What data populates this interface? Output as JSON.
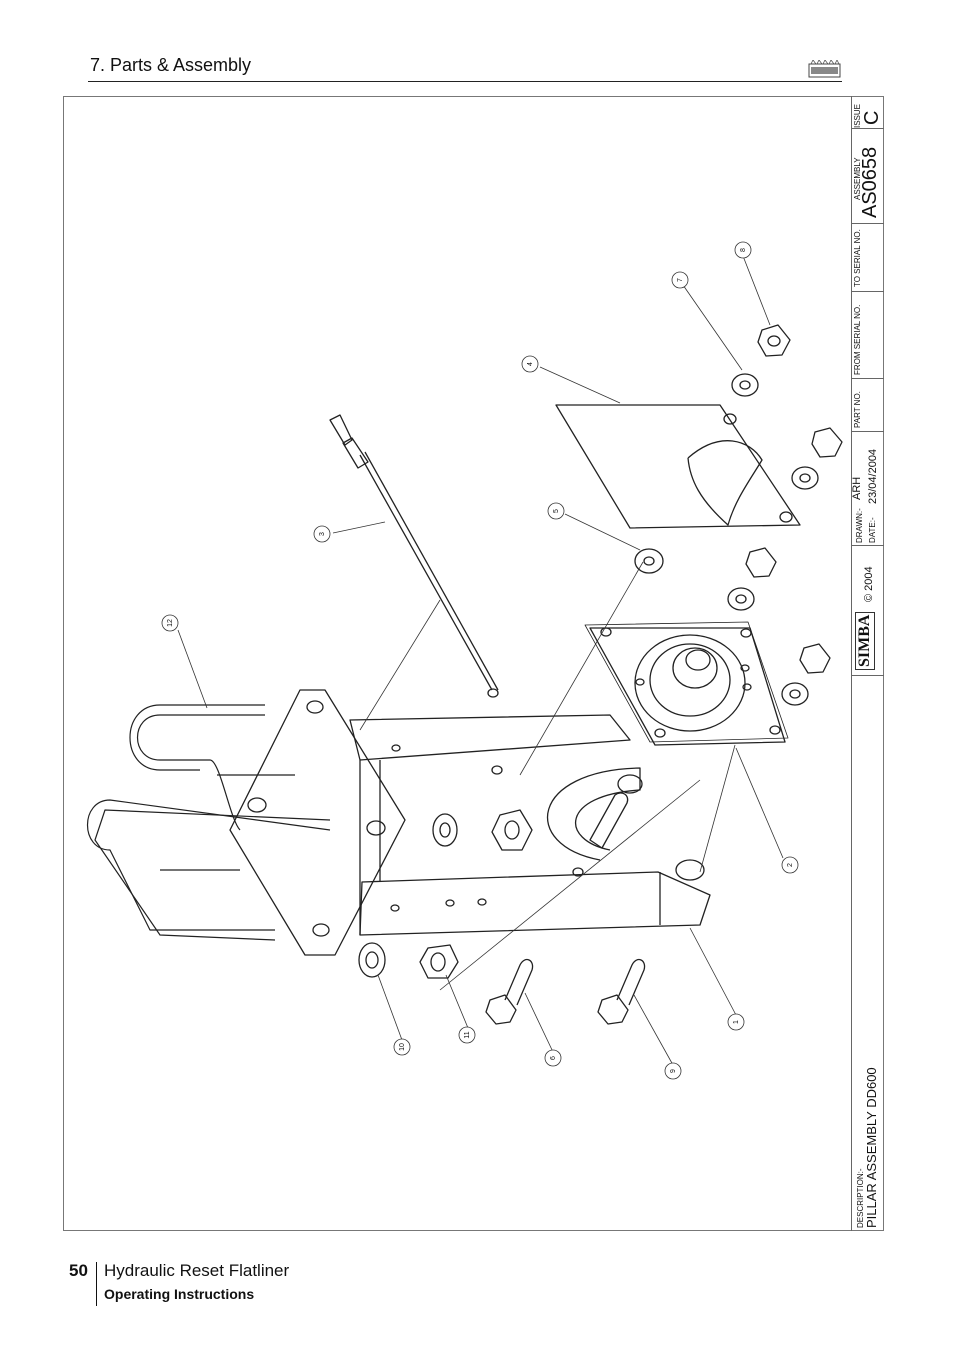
{
  "header": {
    "section_title": "7. Parts & Assembly"
  },
  "title_block": {
    "issue_label": "ISSUE",
    "issue_value": "C",
    "assembly_label": "ASSEMBLY",
    "assembly_value": "AS0658",
    "to_serial_label": "TO SERIAL NO.",
    "from_serial_label": "FROM SERIAL NO.",
    "part_no_label": "PART NO.",
    "drawn_label": "DRAWN:-",
    "drawn_value": "ARH",
    "date_label": "DATE:-",
    "date_value": "23/04/2004",
    "copyright": "© 2004",
    "brand": "SIMBA",
    "description_label": "DESCRIPTION:-",
    "description_value": "PILLAR ASSEMBLY DD600"
  },
  "callouts": [
    "1",
    "2",
    "3",
    "4",
    "5",
    "6",
    "7",
    "8",
    "9",
    "10",
    "11",
    "12"
  ],
  "footer": {
    "page_number": "50",
    "title": "Hydraulic Reset Flatliner",
    "subtitle": "Operating Instructions"
  }
}
